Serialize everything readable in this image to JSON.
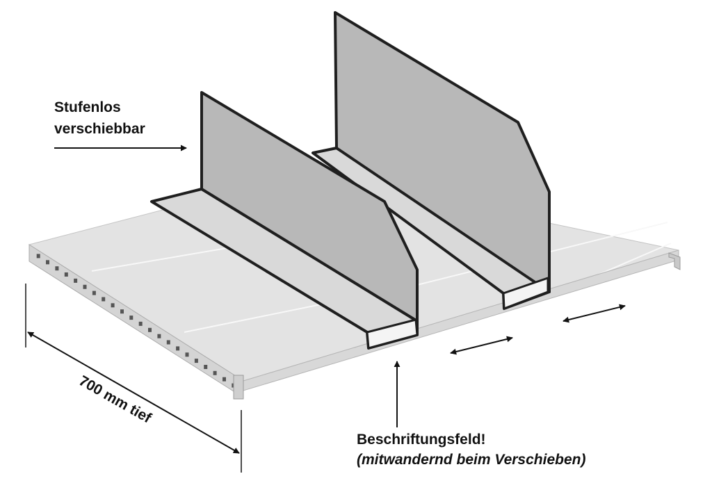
{
  "annotations": {
    "sliding": {
      "line1": "Stufenlos",
      "line2": "verschiebbar"
    },
    "depth": "700 mm tief",
    "label_field": {
      "title": "Beschriftungsfeld!",
      "subtitle": "(mitwandernd beim Verschieben)"
    }
  },
  "colors": {
    "shelf_top": "#e3e3e3",
    "shelf_front": "#d4d4d4",
    "divider_fill": "#b8b8b8",
    "divider_stroke": "#1f1f1f",
    "divider_base": "#d9d9d9",
    "text": "#111111"
  }
}
